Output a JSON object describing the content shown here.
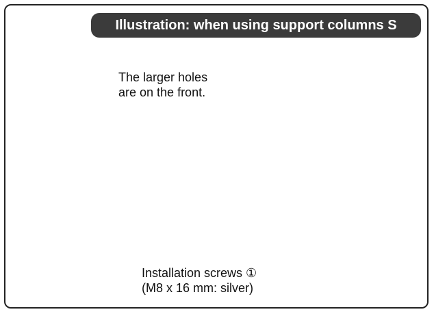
{
  "banner": {
    "text": "Illustration: when using support columns S"
  },
  "callouts": {
    "holes_line1": "The larger holes",
    "holes_line2": "are on the front.",
    "screws_line1": "Installation screws ①",
    "screws_line2": "(M8 x 16 mm: silver)"
  },
  "colors": {
    "line": "#111111",
    "banner_bg": "#3b3b3b",
    "banner_text": "#ffffff"
  }
}
